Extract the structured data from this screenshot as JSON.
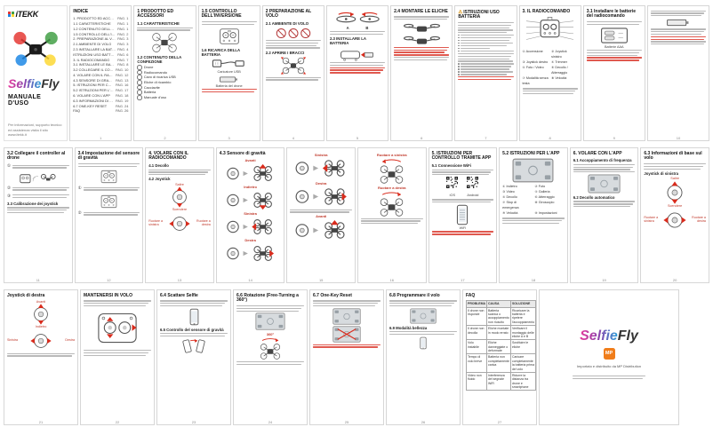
{
  "cover": {
    "brand": "iTEKK",
    "title_selfie": "Selfie",
    "title_fly": "Fly",
    "subtitle": "MANUALE D'USO",
    "note": "Per informazioni, supporto tecnico ed assistenza visita il sito www.itekk.it"
  },
  "back": {
    "title_selfie": "Selfie",
    "title_fly": "Fly",
    "logo_text": "MP",
    "distributor": "Importato e distribuito da MP Distribution"
  },
  "colors": {
    "accent": "#d92b1c",
    "props": [
      "#e53935",
      "#43a047",
      "#1e88e5",
      "#fdd835"
    ],
    "brand_mark": [
      "#e53935",
      "#43a047",
      "#1e88e5",
      "#fdd835"
    ],
    "selfie_gradient": [
      "#e6399b",
      "#8e44ad",
      "#2a9fd8"
    ]
  },
  "pages": [
    {
      "row": 1,
      "num": "1",
      "title": "INDICE",
      "blocks": [
        {
          "t": "toc",
          "items": [
            {
              "l": "1. PRODOTTO ED ACCESSORI",
              "p": "PAG. 1"
            },
            {
              "l": "1.1 CARATTERISTICHE",
              "p": "PAG. 1"
            },
            {
              "l": "1.2 CONTENUTO DELLA CONFEZIONE",
              "p": "PAG. 1"
            },
            {
              "l": "1.5 CONTROLLO DELL'INVERSIONE",
              "p": "PAG. 2"
            },
            {
              "l": "2. PREPARAZIONE AL VOLO",
              "p": "PAG. 3"
            },
            {
              "l": "2.1 AMBIENTE DI VOLO",
              "p": "PAG. 3"
            },
            {
              "l": "2.3 INSTALLARE LA BATTERIA",
              "p": "PAG. 4"
            },
            {
              "l": "ISTRUZIONI USO BATTERIA",
              "p": "PAG. 6"
            },
            {
              "l": "3. IL RADIOCOMANDO",
              "p": "PAG. 7"
            },
            {
              "l": "3.1 INSTALLARE LE BATTERIE",
              "p": "PAG. 8"
            },
            {
              "l": "3.2 COLLEGARE IL CONTROLLER AL DRONE",
              "p": "PAG. 10"
            },
            {
              "l": "4. VOLARE CON IL RADIOCOMANDO",
              "p": "PAG. 12"
            },
            {
              "l": "4.3 SENSORE DI GRAVITÀ",
              "p": "PAG. 13"
            },
            {
              "l": "5. ISTRUZIONI PER CONTROLLO TRAMITE APP",
              "p": "PAG. 16"
            },
            {
              "l": "5.2 ISTRUZIONI PER L'APP",
              "p": "PAG. 17"
            },
            {
              "l": "6. VOLARE CON L'APP",
              "p": "PAG. 18"
            },
            {
              "l": "6.3 INFORMAZIONI DI BASE SUL VOLO",
              "p": "PAG. 19"
            },
            {
              "l": "6.7 ONE-KEY RESET",
              "p": "PAG. 24"
            },
            {
              "l": "FAQ",
              "p": "PAG. 26"
            }
          ]
        }
      ]
    },
    {
      "row": 1,
      "num": "2",
      "title": "1 PRODOTTO ED ACCESSORI",
      "blocks": [
        {
          "t": "h2",
          "x": "1.1 CARATTERISTICHE"
        },
        {
          "t": "p",
          "n": 2
        },
        {
          "t": "fig",
          "k": "drone",
          "h": 24
        },
        {
          "t": "h2",
          "x": "1.2 CONTENUTO DELLA CONFEZIONE"
        },
        {
          "t": "items",
          "items": [
            "Drone",
            "Radiocomando",
            "Cavo di ricarica USB",
            "Eliche di ricambio",
            "Cacciavite",
            "Batteria",
            "Manuale d'uso"
          ]
        }
      ]
    },
    {
      "row": 1,
      "num": "3",
      "title": "1.5 CONTROLLO DELL'INVERSIONE",
      "blocks": [
        {
          "t": "p",
          "n": 2
        },
        {
          "t": "fig",
          "k": "remote",
          "h": 22
        },
        {
          "t": "h2",
          "x": "1.6 RICARICA DELLA BATTERIA"
        },
        {
          "t": "fig",
          "k": "charger",
          "h": 13,
          "cap": "Caricatore USB"
        },
        {
          "t": "fig",
          "k": "battery",
          "h": 9,
          "cap": "Batteria del drone"
        },
        {
          "t": "note",
          "n": 2
        }
      ]
    },
    {
      "row": 1,
      "num": "4",
      "title": "2 PREPARAZIONE AL VOLO",
      "blocks": [
        {
          "t": "h2",
          "x": "2.1 AMBIENTE DI VOLO"
        },
        {
          "t": "fig",
          "k": "nofly",
          "h": 13
        },
        {
          "t": "p",
          "n": 4
        },
        {
          "t": "h2",
          "x": "2.2 APRIRE I BRACCI"
        },
        {
          "t": "fig",
          "k": "unfold",
          "h": 22
        },
        {
          "t": "p",
          "n": 2
        }
      ]
    },
    {
      "row": 1,
      "num": "5",
      "blocks": [
        {
          "t": "fig",
          "k": "propsab",
          "h": 17,
          "twocap": [
            "A",
            "B"
          ]
        },
        {
          "t": "p",
          "n": 2
        },
        {
          "t": "h2",
          "x": "2.3 INSTALLARE LA BATTERIA"
        },
        {
          "t": "fig",
          "k": "batteryins",
          "h": 16
        },
        {
          "t": "p",
          "n": 2
        },
        {
          "t": "note",
          "n": 3
        }
      ]
    },
    {
      "row": 1,
      "num": "6",
      "title": "2.4 MONTARE LE ELICHE",
      "blocks": [
        {
          "t": "p",
          "n": 2
        },
        {
          "t": "fig",
          "k": "dronefront",
          "h": 13
        },
        {
          "t": "fig",
          "k": "dronefront",
          "h": 13
        },
        {
          "t": "note",
          "n": 4
        },
        {
          "t": "p",
          "n": 2
        }
      ]
    },
    {
      "row": 1,
      "num": "7",
      "title": "ISTRUZIONI USO BATTERIA",
      "warn": true,
      "blocks": [
        {
          "t": "p",
          "n": 5
        },
        {
          "t": "bullets",
          "n": 7
        },
        {
          "t": "p",
          "n": 4
        },
        {
          "t": "bullets",
          "n": 5
        },
        {
          "t": "note",
          "n": 2
        }
      ]
    },
    {
      "row": 1,
      "num": "8",
      "title": "3. IL RADIOCOMANDO",
      "blocks": [
        {
          "t": "fig",
          "k": "remotecall",
          "h": 36
        },
        {
          "t": "legend",
          "items": [
            "① Accensione",
            "② Joystick sinistro",
            "③ Joystick destro",
            "④ Trimmer",
            "⑤ Foto / Video",
            "⑥ Decollo / Atterraggio",
            "⑦ Modalità senza testa",
            "⑧ Velocità"
          ]
        },
        {
          "t": "p",
          "n": 3
        }
      ]
    },
    {
      "row": 1,
      "num": "9",
      "title": "3.1 Installare le batterie del radiocomando",
      "blocks": [
        {
          "t": "p",
          "n": 2
        },
        {
          "t": "fig",
          "k": "batcompart",
          "h": 20,
          "cap": "Batterie AAA"
        },
        {
          "t": "p",
          "n": 3
        },
        {
          "t": "note",
          "n": 2
        }
      ]
    },
    {
      "row": 1,
      "num": "10",
      "blocks": [
        {
          "t": "p",
          "n": 3
        },
        {
          "t": "fig",
          "k": "battery",
          "h": 11
        },
        {
          "t": "p",
          "n": 3
        },
        {
          "t": "note",
          "n": 2
        },
        {
          "t": "p",
          "n": 2
        }
      ]
    },
    {
      "row": 2,
      "num": "11",
      "title": "3.2 Collegare il controller al drone",
      "blocks": [
        {
          "t": "step",
          "num": "①",
          "n": 2
        },
        {
          "t": "fig",
          "k": "pairsmall",
          "h": 15
        },
        {
          "t": "step",
          "num": "②",
          "n": 2
        },
        {
          "t": "step",
          "num": "③",
          "n": 2
        },
        {
          "t": "h2",
          "x": "3.3 Calibrazione dei joystick"
        },
        {
          "t": "p",
          "n": 3
        }
      ]
    },
    {
      "row": 2,
      "num": "12",
      "title": "3.4 Impostazione del sensore di gravità",
      "blocks": [
        {
          "t": "p",
          "n": 2
        },
        {
          "t": "fig",
          "k": "remote",
          "h": 18
        },
        {
          "t": "step",
          "num": "①",
          "n": 2
        },
        {
          "t": "fig",
          "k": "remote",
          "h": 18
        },
        {
          "t": "step",
          "num": "②",
          "n": 2
        }
      ]
    },
    {
      "row": 2,
      "num": "13",
      "title": "4. VOLARE CON IL RADIOCOMANDO",
      "blocks": [
        {
          "t": "h2",
          "x": "4.1 Decollo"
        },
        {
          "t": "p",
          "n": 3
        },
        {
          "t": "h2",
          "x": "4.2 Joystick"
        },
        {
          "t": "fig",
          "k": "joy",
          "h": 24,
          "arrows": "ud",
          "labels": {
            "top": "Salire",
            "bottom": "Scendere"
          }
        },
        {
          "t": "fig",
          "k": "joy",
          "h": 24,
          "arrows": "lr",
          "labels": {
            "left": "Ruotare a sinistra",
            "right": "Ruotare a destra"
          }
        }
      ]
    },
    {
      "row": 2,
      "num": "14",
      "title": "4.3 Sensore di gravità",
      "blocks": [
        {
          "t": "fig",
          "k": "pair",
          "h": 23,
          "dir": "up",
          "label": "Avanti"
        },
        {
          "t": "fig",
          "k": "pair",
          "h": 23,
          "dir": "down",
          "label": "Indietro"
        },
        {
          "t": "fig",
          "k": "pair",
          "h": 23,
          "dir": "left",
          "label": "Sinistra"
        },
        {
          "t": "fig",
          "k": "pair",
          "h": 23,
          "dir": "right",
          "label": "Destra"
        }
      ]
    },
    {
      "row": 2,
      "num": "15",
      "blocks": [
        {
          "t": "fig",
          "k": "pair",
          "h": 25,
          "dir": "left",
          "label": "Sinistra"
        },
        {
          "t": "fig",
          "k": "pair",
          "h": 25,
          "dir": "right",
          "label": "Destra"
        },
        {
          "t": "p",
          "n": 2
        },
        {
          "t": "fig",
          "k": "pair",
          "h": 25,
          "dir": "up",
          "label": "Avanti"
        }
      ]
    },
    {
      "row": 2,
      "num": "16",
      "blocks": [
        {
          "t": "fig",
          "k": "dronerot",
          "h": 30,
          "dir": "l",
          "label": "Ruotare a sinistra"
        },
        {
          "t": "fig",
          "k": "dronerot",
          "h": 30,
          "dir": "r",
          "label": "Ruotare a destra"
        },
        {
          "t": "p",
          "n": 3
        }
      ]
    },
    {
      "row": 2,
      "num": "17",
      "title": "5. ISTRUZIONI PER CONTROLLO TRAMITE APP",
      "blocks": [
        {
          "t": "h2",
          "x": "5.1 Connessione WiFi"
        },
        {
          "t": "p",
          "n": 3
        },
        {
          "t": "qr",
          "items": [
            {
              "cap": "iOS"
            },
            {
              "cap": "Android"
            }
          ]
        },
        {
          "t": "p",
          "n": 2
        },
        {
          "t": "fig",
          "k": "phonelist",
          "h": 24,
          "cap": "WiFi"
        },
        {
          "t": "note",
          "n": 2
        }
      ]
    },
    {
      "row": 2,
      "num": "18",
      "title": "5.2 ISTRUZIONI PER L'APP",
      "blocks": [
        {
          "t": "fig",
          "k": "appui",
          "h": 28
        },
        {
          "t": "legend",
          "items": [
            "① Indietro",
            "② Foto",
            "③ Video",
            "④ Galleria",
            "⑤ Decollo",
            "⑥ Atterraggio",
            "⑦ Stop di emergenza",
            "⑧ Giroscopio",
            "⑨ Velocità",
            "⑩ Impostazioni"
          ]
        },
        {
          "t": "p",
          "n": 3
        }
      ]
    },
    {
      "row": 2,
      "num": "19",
      "title": "6. VOLARE CON L'APP",
      "blocks": [
        {
          "t": "h2",
          "x": "6.1 Accoppiamento di frequenza"
        },
        {
          "t": "p",
          "n": 4
        },
        {
          "t": "fig",
          "k": "appui",
          "h": 22
        },
        {
          "t": "h2",
          "x": "6.2 Decollo automatico"
        },
        {
          "t": "p",
          "n": 3
        }
      ]
    },
    {
      "row": 2,
      "num": "20",
      "title": "6.3 Informazioni di base sul volo",
      "blocks": [
        {
          "t": "p",
          "n": 3
        },
        {
          "t": "h2",
          "x": "Joystick di sinistra"
        },
        {
          "t": "fig",
          "k": "joy",
          "h": 26,
          "arrows": "ud",
          "labels": {
            "top": "Salire",
            "bottom": "Scendere"
          }
        },
        {
          "t": "fig",
          "k": "joy",
          "h": 26,
          "arrows": "lr",
          "labels": {
            "left": "Ruotare a sinistra",
            "right": "Ruotare a destra"
          }
        }
      ]
    },
    {
      "row": 3,
      "num": "21",
      "title": "Joystick di destra",
      "blocks": [
        {
          "t": "fig",
          "k": "joy",
          "h": 24,
          "arrows": "ud",
          "labels": {
            "top": "Avanti",
            "bottom": "Indietro"
          }
        },
        {
          "t": "fig",
          "k": "joy",
          "h": 24,
          "arrows": "lr",
          "labels": {
            "left": "Sinistra",
            "right": "Destra"
          }
        },
        {
          "t": "p",
          "n": 2
        }
      ]
    },
    {
      "row": 3,
      "num": "22",
      "title": "MANTENERSI IN VOLO",
      "blocks": [
        {
          "t": "p",
          "n": 3
        },
        {
          "t": "fig",
          "k": "bigremote",
          "h": 46
        },
        {
          "t": "p",
          "n": 3
        }
      ]
    },
    {
      "row": 3,
      "num": "23",
      "title": "6.4 Scattare Selfie",
      "blocks": [
        {
          "t": "p",
          "n": 3
        },
        {
          "t": "fig",
          "k": "phone",
          "h": 20
        },
        {
          "t": "h2",
          "x": "6.5 Controllo del sensore di gravità"
        },
        {
          "t": "p",
          "n": 2
        },
        {
          "t": "fig",
          "k": "phonetilt",
          "h": 18
        }
      ]
    },
    {
      "row": 3,
      "num": "24",
      "title": "6.6 Rotazione (Free-Turning a 360°)",
      "blocks": [
        {
          "t": "p",
          "n": 3
        },
        {
          "t": "fig",
          "k": "appui",
          "h": 20
        },
        {
          "t": "fig",
          "k": "dronerot",
          "h": 26,
          "dir": "r",
          "label": "360°"
        },
        {
          "t": "p",
          "n": 2
        }
      ]
    },
    {
      "row": 3,
      "num": "25",
      "title": "6.7 One-Key Reset",
      "blocks": [
        {
          "t": "p",
          "n": 3
        },
        {
          "t": "fig",
          "k": "appui",
          "h": 19
        },
        {
          "t": "fig",
          "k": "appuix",
          "h": 19
        },
        {
          "t": "note",
          "n": 2
        }
      ]
    },
    {
      "row": 3,
      "num": "26",
      "title": "6.8 Programmare il volo",
      "blocks": [
        {
          "t": "p",
          "n": 3
        },
        {
          "t": "fig",
          "k": "appui",
          "h": 18
        },
        {
          "t": "h2",
          "x": "6.9 Modalità bellezza"
        },
        {
          "t": "p",
          "n": 2
        },
        {
          "t": "fig",
          "k": "phone",
          "h": 15
        }
      ]
    },
    {
      "row": 3,
      "num": "27",
      "title": "FAQ",
      "blocks": [
        {
          "t": "faq",
          "headers": [
            "PROBLEMA",
            "CAUSA",
            "SOLUZIONE"
          ],
          "rows": [
            [
              "Il drone non risponde",
              "Batteria scarica o accoppiamento non riuscito",
              "Ricaricare la batteria e ripetere l'accoppiamento"
            ],
            [
              "Il drone non decolla",
              "Eliche montate in modo errato",
              "Verificare il montaggio delle eliche A e B"
            ],
            [
              "Volo instabile",
              "Eliche danneggiate o deformate",
              "Sostituire le eliche"
            ],
            [
              "Tempo di volo breve",
              "Batteria non completamente carica",
              "Caricare completamente la batteria prima del volo"
            ],
            [
              "Video non fluido",
              "Interferenza del segnale WiFi",
              "Ridurre la distanza tra drone e smartphone"
            ]
          ]
        }
      ]
    },
    {
      "row": 3,
      "back": true
    }
  ]
}
